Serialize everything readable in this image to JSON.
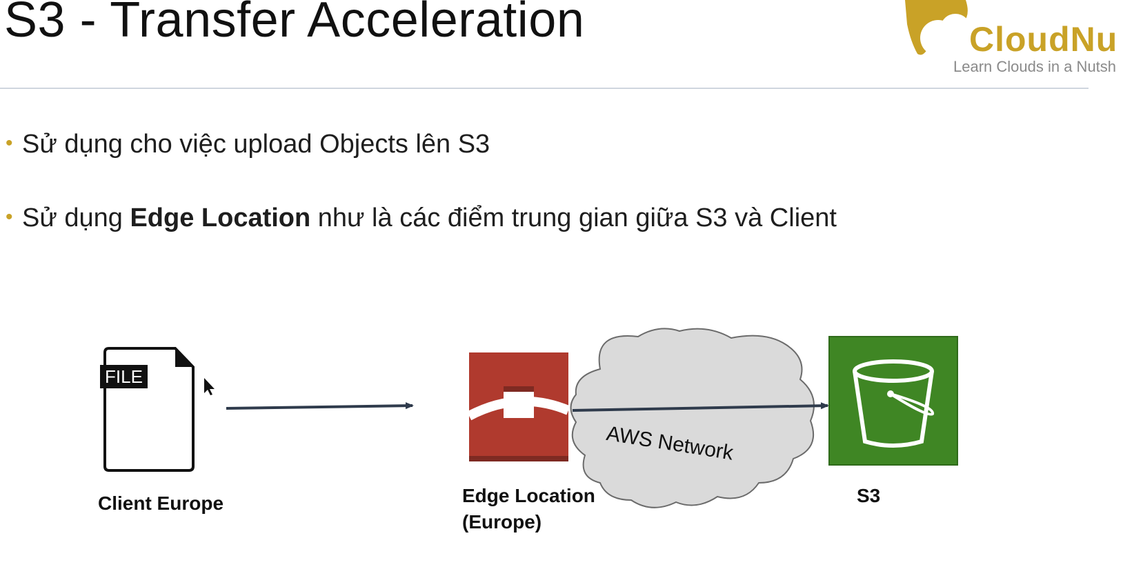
{
  "slide": {
    "title": "S3 - Transfer Acceleration",
    "logo": {
      "brand": "CloudNu",
      "tagline": "Learn Clouds in a Nutsh"
    },
    "bullets": [
      {
        "text": "Sử dụng cho việc upload Objects lên S3"
      },
      {
        "prefix": "Sử dụng ",
        "bold": "Edge Location",
        "suffix": " như là các điểm trung gian giữa S3 và Client"
      }
    ]
  },
  "diagram": {
    "file_tag": "FILE",
    "client_label": "Client Europe",
    "edge_label_line1": "Edge Location",
    "edge_label_line2": "(Europe)",
    "network_label": "AWS Network",
    "s3_label": "S3"
  },
  "colors": {
    "accent_gold": "#c9a227",
    "edge_red": "#b03a2e",
    "s3_green": "#3f8624",
    "cloud_gray": "#dadada",
    "arrow": "#2f3b4c"
  }
}
